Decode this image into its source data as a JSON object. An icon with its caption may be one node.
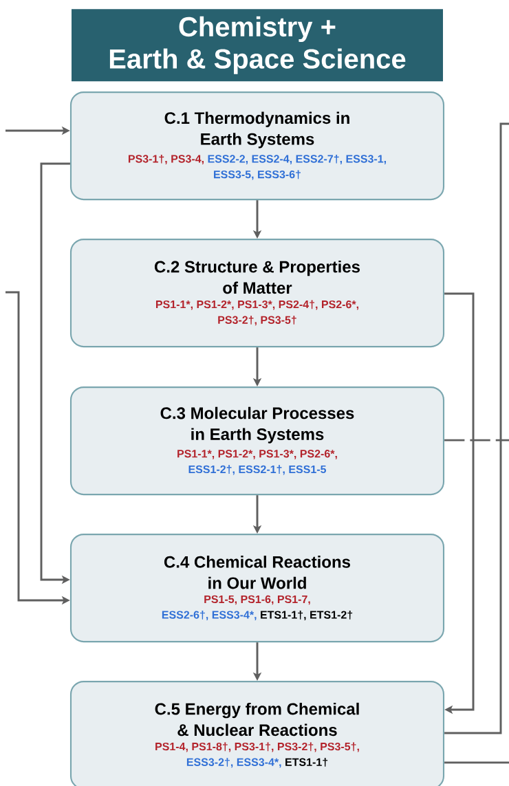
{
  "diagram": {
    "title": "Chemistry + Earth & Space Science",
    "nodes": [
      {
        "text": [
          "C.1 Thermodynamics in Earth Systems",
          "PS3-1†,",
          "PS3-4,",
          "ESS2-2,",
          "ESS2-4,",
          "ESS2-7†,",
          "ESS3-1,",
          "ESS3-5,",
          "ESS3-6†"
        ]
      },
      {
        "text": [
          "C.2 Structure & Properties of Matter",
          "PS1-1*,",
          "PS1-2*,",
          "PS1-3*,",
          "PS2-4†,",
          "PS2-6*,",
          "PS3-2†,",
          "PS3-5†"
        ]
      },
      {
        "text": [
          "C.3 Molecular Processes in Earth Systems",
          "PS1-1*,",
          "PS1-2*,",
          "PS1-3*,",
          "PS2-6*,",
          "ESS1-2†,",
          "ESS2-1†,",
          "ESS1-5"
        ]
      },
      {
        "text": [
          "C.4 Chemical Reactions in Our World",
          "PS1-5,",
          "PS1-6,",
          "PS1-7,",
          "ESS2-6†,",
          "ESS3-4*,",
          "ETS1-1†,",
          "ETS1-2†"
        ]
      },
      {
        "text": [
          "C.5 Energy from Chemical & Nuclear Reactions",
          "PS1-4,",
          "PS1-8†,",
          "PS3-1†,",
          "PS3-2†,",
          "PS3-5†,",
          "ESS3-2†,",
          "ESS3-4*,",
          "ETS1-1†"
        ]
      }
    ],
    "edges": [
      {
        "from": null,
        "to": 0,
        "arrow": "to"
      },
      {
        "from": 0,
        "to": 1,
        "arrow": "to"
      },
      {
        "from": 1,
        "to": 2,
        "arrow": "to"
      },
      {
        "from": 2,
        "to": 3,
        "arrow": "to"
      },
      {
        "from": 3,
        "to": 4,
        "arrow": "to"
      },
      {
        "from": 0,
        "to": 3,
        "arrow": "to"
      },
      {
        "from": null,
        "to": 3,
        "arrow": "to"
      },
      {
        "from": 1,
        "to": 4,
        "arrow": "to"
      },
      {
        "from": 4,
        "to": null,
        "arrow": "none"
      },
      {
        "from": 2,
        "to": null,
        "arrow": "none",
        "style": "dashed"
      },
      {
        "from": 4,
        "to": null,
        "arrow": "none"
      }
    ]
  }
}
